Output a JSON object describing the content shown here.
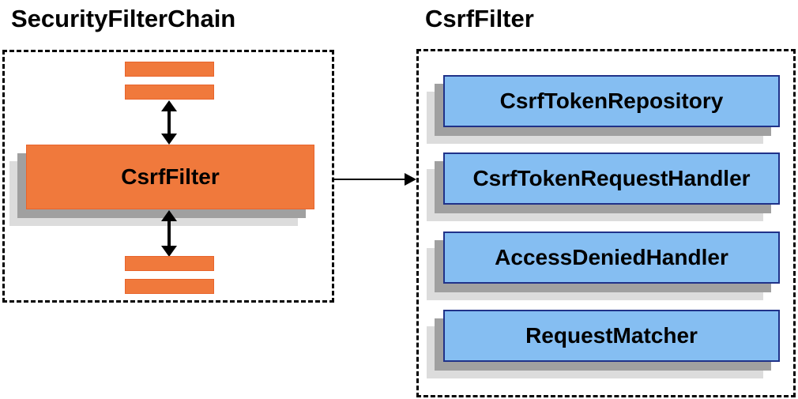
{
  "left_panel": {
    "title": "SecurityFilterChain",
    "filter_label": "CsrfFilter"
  },
  "right_panel": {
    "title": "CsrfFilter",
    "components": [
      "CsrfTokenRepository",
      "CsrfTokenRequestHandler",
      "AccessDeniedHandler",
      "RequestMatcher"
    ]
  },
  "colors": {
    "orange_fill": "#F0793C",
    "orange_border": "#E8642C",
    "blue_fill": "#85BEF2",
    "blue_border": "#203289",
    "shadow_dark": "#A0A0A0",
    "shadow_light": "#DCDCDC",
    "arrow": "#000000"
  }
}
